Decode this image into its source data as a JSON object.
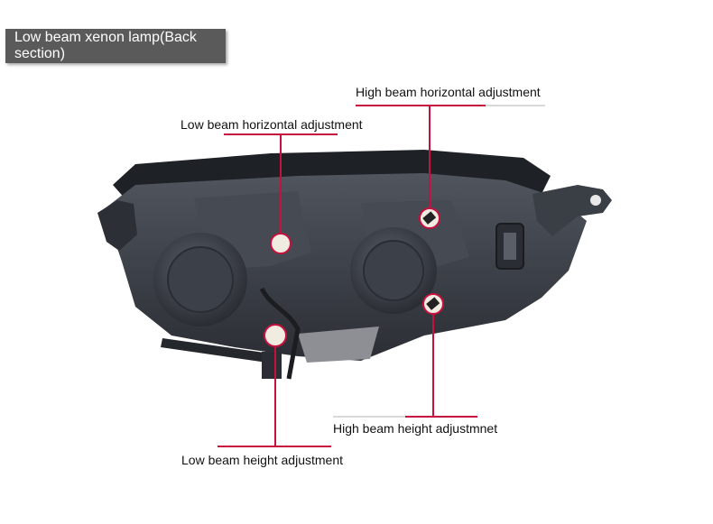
{
  "title": "Low beam xenon lamp(Back section)",
  "callouts": {
    "high_beam_horizontal": "High beam horizontal adjustment",
    "low_beam_horizontal": "Low beam horizontal adjustment",
    "high_beam_height": "High beam height adjustmnet",
    "low_beam_height": "Low beam height adjustment"
  },
  "colors": {
    "accent": "#c8103e",
    "title_bg": "#5a5a5a",
    "housing": "#3d4149"
  }
}
